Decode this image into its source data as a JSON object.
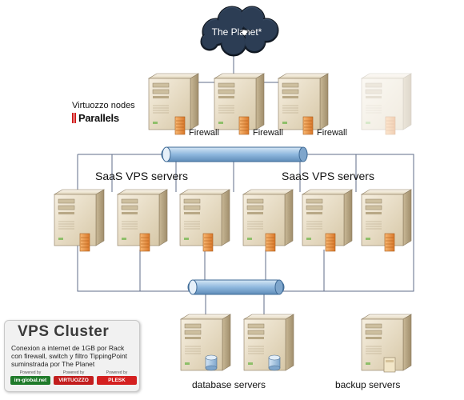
{
  "cloud": {
    "label": "The Planet*"
  },
  "nodes": {
    "title": "Virtuozzo nodes",
    "logo_text": "Parallels"
  },
  "firewalls": [
    "Firewall",
    "Firewall",
    "Firewall"
  ],
  "saas_labels": [
    "SaaS VPS servers",
    "SaaS VPS servers"
  ],
  "groups": {
    "database": "database servers",
    "backup": "backup servers"
  },
  "legend": {
    "title": "VPS Cluster",
    "description": "Conexion a internet de 1GB por Rack con firewall, switch y filtro TippingPoint suminstrada por The Planet",
    "badges": [
      {
        "caption": "Powered by",
        "text": "im-global.net",
        "color": "#1f7a2a"
      },
      {
        "caption": "Powered by",
        "text": "VIRTUOZZO",
        "color": "#c21d1d"
      },
      {
        "caption": "Powered by",
        "text": "PLESK",
        "color": "#d42020"
      }
    ]
  },
  "colors": {
    "server_body": "#e8dcc4",
    "server_side": "#b9a888",
    "firewall": "#f09a4a",
    "switch": "#9fc4e6",
    "disk": "#a9c9e6",
    "cloud": "#1d2a3a",
    "line": "#5f6c8a"
  }
}
